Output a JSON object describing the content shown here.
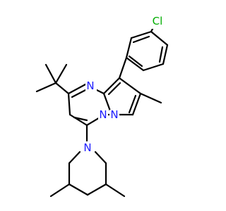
{
  "molecule": {
    "atoms": {
      "chlorine": {
        "label": "Cl",
        "color": "#00ad00"
      },
      "pyrimidine_n": {
        "label": "N",
        "color": "#1a1aff"
      },
      "bridge_n": {
        "label": "N",
        "color": "#1a1aff"
      },
      "pyrazole_n": {
        "label": "N",
        "color": "#1a1aff"
      },
      "piperidine_n": {
        "label": "N",
        "color": "#1a1aff"
      }
    },
    "bond_color": "#000000"
  }
}
